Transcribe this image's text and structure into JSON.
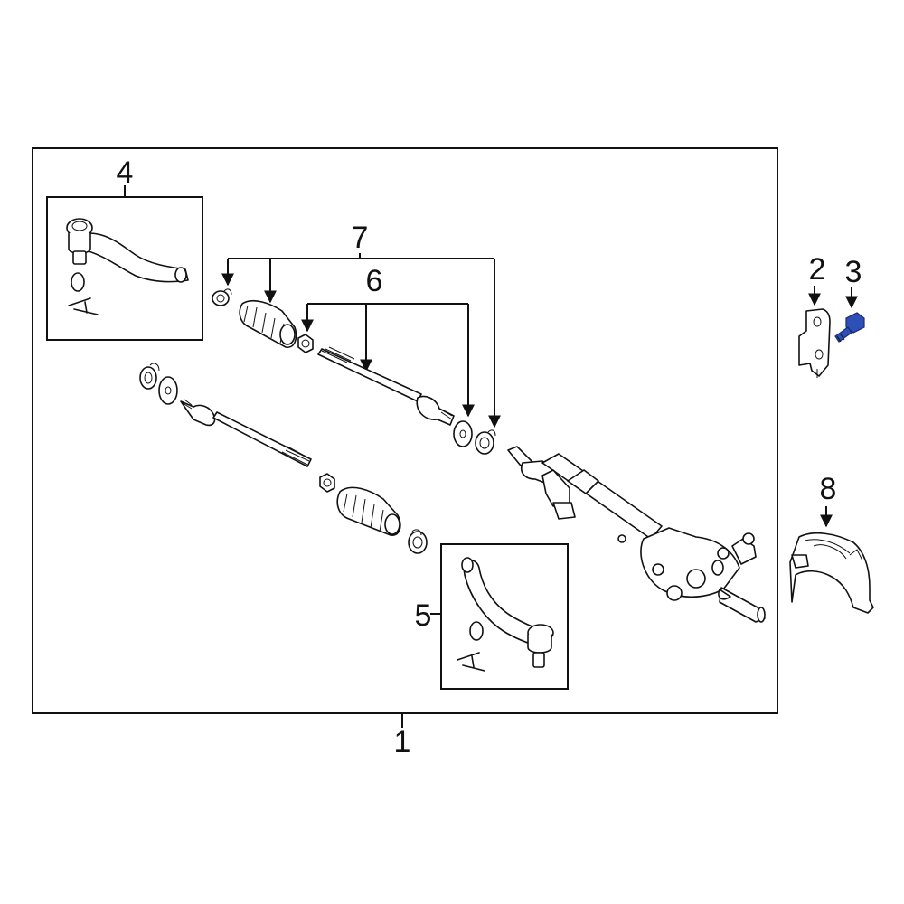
{
  "diagram": {
    "callouts": [
      {
        "id": "1",
        "text": "1"
      },
      {
        "id": "2",
        "text": "2"
      },
      {
        "id": "3",
        "text": "3"
      },
      {
        "id": "4",
        "text": "4"
      },
      {
        "id": "5",
        "text": "5"
      },
      {
        "id": "6",
        "text": "6"
      },
      {
        "id": "7",
        "text": "7"
      },
      {
        "id": "8",
        "text": "8"
      }
    ],
    "colors": {
      "line": "#111111",
      "background": "#ffffff",
      "highlight_part": "#2f4fb8"
    },
    "highlighted_part": "3"
  }
}
